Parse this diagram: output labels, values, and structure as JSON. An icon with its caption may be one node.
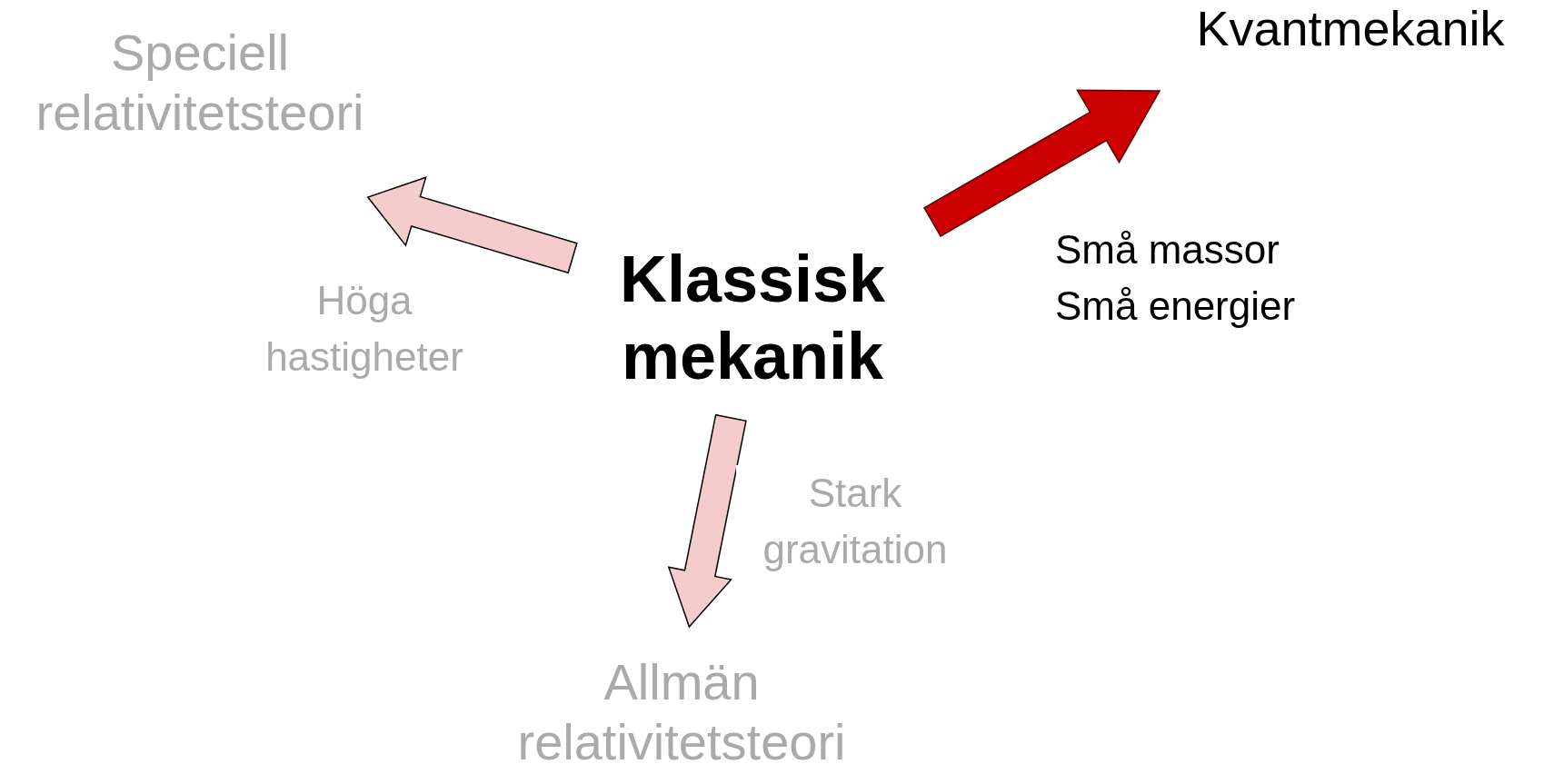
{
  "diagram": {
    "nodes": [
      {
        "text": [
          "Klassisk mekanik"
        ]
      },
      {
        "text": [
          "Speciell relativitetsteori"
        ]
      },
      {
        "text": [
          "Kvantmekanik"
        ]
      },
      {
        "text": [
          "Allmän relativitetsteori"
        ]
      }
    ],
    "edges": [
      {
        "from": 0,
        "to": 1,
        "arrow": "to",
        "label": "Höga hastigheter"
      },
      {
        "from": 0,
        "to": 2,
        "arrow": "to",
        "label": "Små massor Små energier",
        "color": "#cc0000"
      },
      {
        "from": 0,
        "to": 3,
        "arrow": "to",
        "label": "Stark gravitation"
      }
    ]
  }
}
